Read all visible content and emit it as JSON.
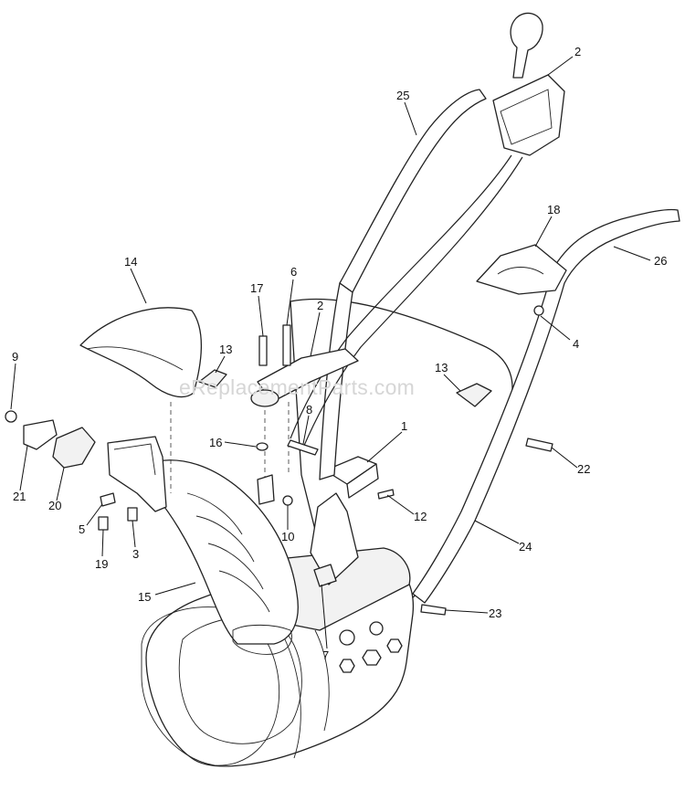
{
  "watermark": "eReplacementParts.com",
  "callouts": [
    {
      "id": "c2a",
      "label": "2"
    },
    {
      "id": "c25",
      "label": "25"
    },
    {
      "id": "c18",
      "label": "18"
    },
    {
      "id": "c26",
      "label": "26"
    },
    {
      "id": "c4",
      "label": "4"
    },
    {
      "id": "c14",
      "label": "14"
    },
    {
      "id": "c17",
      "label": "17"
    },
    {
      "id": "c6",
      "label": "6"
    },
    {
      "id": "c2b",
      "label": "2"
    },
    {
      "id": "c13a",
      "label": "13"
    },
    {
      "id": "c13b",
      "label": "13"
    },
    {
      "id": "c9",
      "label": "9"
    },
    {
      "id": "c8",
      "label": "8"
    },
    {
      "id": "c1",
      "label": "1"
    },
    {
      "id": "c16",
      "label": "16"
    },
    {
      "id": "c22",
      "label": "22"
    },
    {
      "id": "c21",
      "label": "21"
    },
    {
      "id": "c20",
      "label": "20"
    },
    {
      "id": "c12",
      "label": "12"
    },
    {
      "id": "c5",
      "label": "5"
    },
    {
      "id": "c10",
      "label": "10"
    },
    {
      "id": "c24",
      "label": "24"
    },
    {
      "id": "c19",
      "label": "19"
    },
    {
      "id": "c3",
      "label": "3"
    },
    {
      "id": "c15",
      "label": "15"
    },
    {
      "id": "c23",
      "label": "23"
    },
    {
      "id": "c7",
      "label": "7"
    }
  ]
}
